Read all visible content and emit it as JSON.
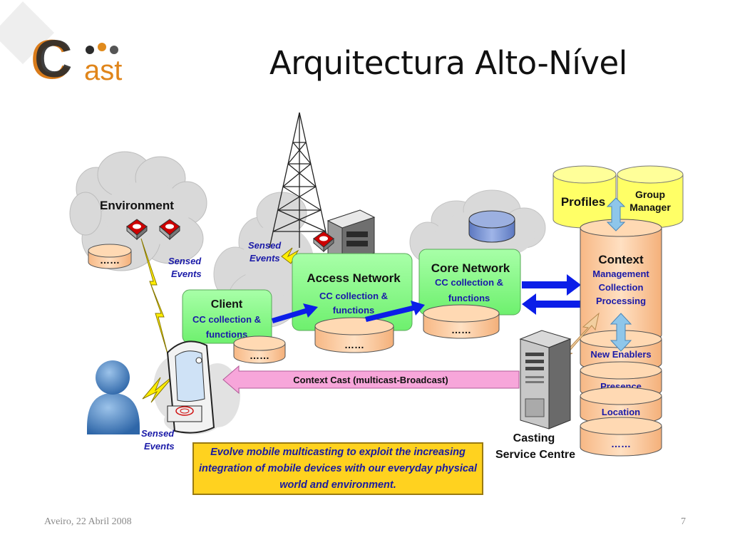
{
  "slide": {
    "logo": {
      "text_letter": "C",
      "text_rest": "ast"
    },
    "title": "Arquitectura Alto-Nível",
    "footer": {
      "left": "Aveiro, 22 Abril 2008",
      "page_number": "7"
    },
    "caption": "Evolve mobile multicasting to exploit the increasing integration of mobile devices with our everyday physical world and environment."
  },
  "diagram": {
    "environment": {
      "label": "Environment",
      "db_label": "……"
    },
    "sensed_events_label_1": "Sensed",
    "sensed_events_label_2": "Events",
    "client": {
      "title": "Client",
      "line1": "CC collection &",
      "line2": "functions",
      "db_label": "……"
    },
    "access_network": {
      "title": "Access Network",
      "line1": "CC collection &",
      "line2": "functions",
      "db_label": "……"
    },
    "core_network": {
      "title": "Core Network",
      "line1": "CC collection &",
      "line2": "functions",
      "db_label": "……"
    },
    "profiles": "Profiles",
    "group_manager_1": "Group",
    "group_manager_2": "Manager",
    "context": {
      "title": "Context",
      "line1": "Management",
      "line2": "Collection",
      "line3": "Processing"
    },
    "stack": {
      "new_enablers": "New Enablers",
      "presence": "Presence",
      "location": "Location",
      "more": "……"
    },
    "context_cast": "Context Cast (multicast-Broadcast)",
    "casting_1": "Casting",
    "casting_2": "Service Centre",
    "colors": {
      "arrow_blue": "#0b1ee8",
      "node_green": "#88f888",
      "db_orange": "#ffcc99",
      "db_yellow": "#ffff66",
      "cast_pink": "#f7a6da",
      "caption_yellow": "#ffd21f"
    }
  }
}
